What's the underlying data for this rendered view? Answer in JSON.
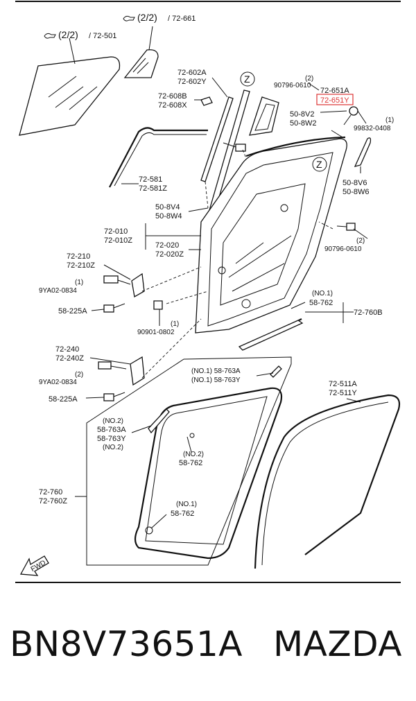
{
  "ref_top_right": {
    "frac": "(2/2)",
    "code": "/ 72-661"
  },
  "ref_top_left": {
    "frac": "(2/2)",
    "code": "/ 72-501"
  },
  "labels": {
    "l602a": "72-602A",
    "l602y": "72-602Y",
    "l608b": "72-608B",
    "l608x": "72-608X",
    "l581": "72-581",
    "l581z": "72-581Z",
    "l8v4": "50-8V4",
    "l8w4": "50-8W4",
    "l010": "72-010",
    "l010z": "72-010Z",
    "l020": "72-020",
    "l020z": "72-020Z",
    "l210": "72-210",
    "l210z": "72-210Z",
    "q1a": "(1)",
    "l9ya_a": "9YA02-0834",
    "l225_a": "58-225A",
    "q1b": "(1)",
    "l90901": "90901-0802",
    "l240": "72-240",
    "l240z": "72-240Z",
    "q2a": "(2)",
    "l9ya_b": "9YA02-0834",
    "l225_b": "58-225A",
    "q2top": "(2)",
    "l90796_top": "90796-0610",
    "l651a": "72-651A",
    "l651y": "72-651Y",
    "l8v2": "50-8V2",
    "l8w2": "50-8W2",
    "q1c": "(1)",
    "l99832": "99832-0408",
    "l8v6": "50-8V6",
    "l8w6": "50-8W6",
    "q2b": "(2)",
    "l90796_mid": "90796-0610",
    "no1a": "(NO.1)",
    "l762a": "58-762",
    "l760b": "72-760B",
    "l763a_top": "(NO.1) 58-763A",
    "l763y_top": "(NO.1) 58-763Y",
    "l511a": "72-511A",
    "l511y": "72-511Y",
    "no2a": "(NO.2)",
    "l763a": "58-763A",
    "l763y": "58-763Y",
    "no2b": "(NO.2)",
    "no2c": "(NO.2)",
    "l762b": "58-762",
    "l760": "72-760",
    "l760z": "72-760Z",
    "no1b": "(NO.1)",
    "l762c": "58-762",
    "fwd": "FWD",
    "z": "Z"
  },
  "caption": {
    "part_number": "BN8V73651A",
    "brand": "MAZDA"
  },
  "colors": {
    "highlight": "#d33333",
    "ink": "#111111"
  }
}
